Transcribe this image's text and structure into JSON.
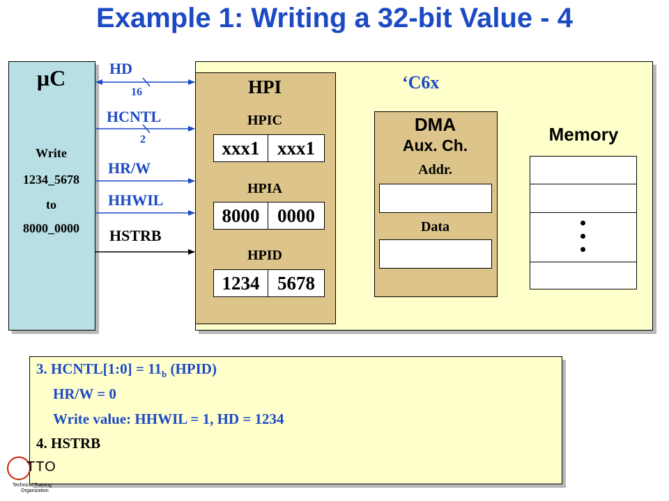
{
  "slide": {
    "title": "Example 1: Writing a 32-bit Value - 4"
  },
  "micro": {
    "title": "µC",
    "lines": [
      "Write",
      "1234_5678",
      "to",
      "8000_0000"
    ]
  },
  "signals": {
    "hd": "HD",
    "hd_width": "16",
    "hcntl": "HCNTL",
    "hcntl_width": "2",
    "hrw": "HR/W",
    "hhwil": "HHWIL",
    "hstrb": "HSTRB"
  },
  "c6x": {
    "label": "‘C6x",
    "hpi": {
      "title": "HPI",
      "hpic": {
        "label": "HPIC",
        "hi": "xxx1",
        "lo": "xxx1"
      },
      "hpia": {
        "label": "HPIA",
        "hi": "8000",
        "lo": "0000"
      },
      "hpid": {
        "label": "HPID",
        "hi": "1234",
        "lo": "5678"
      }
    },
    "dma": {
      "title": "DMA",
      "subtitle": "Aux. Ch.",
      "addr_label": "Addr.",
      "data_label": "Data"
    },
    "memory": {
      "title": "Memory"
    }
  },
  "steps": {
    "step3_main": "3. HCNTL[1:0] = 11",
    "step3_sub": "b",
    "step3_tail": " (HPID)",
    "step3_hrw": "HR/W = 0",
    "step3_write": "Write value: HHWIL = 1, HD = 1234",
    "step4": "4. HSTRB"
  },
  "logo": {
    "text": "TTO",
    "caption_line1": "Technical Training",
    "caption_line2": "Organization"
  },
  "colors": {
    "title_blue": "#1c49c4",
    "micro_bg": "#b7dfe4",
    "chip_bg": "#ffffcc",
    "module_bg": "#dcc48a",
    "logo_red": "#cc2200"
  }
}
